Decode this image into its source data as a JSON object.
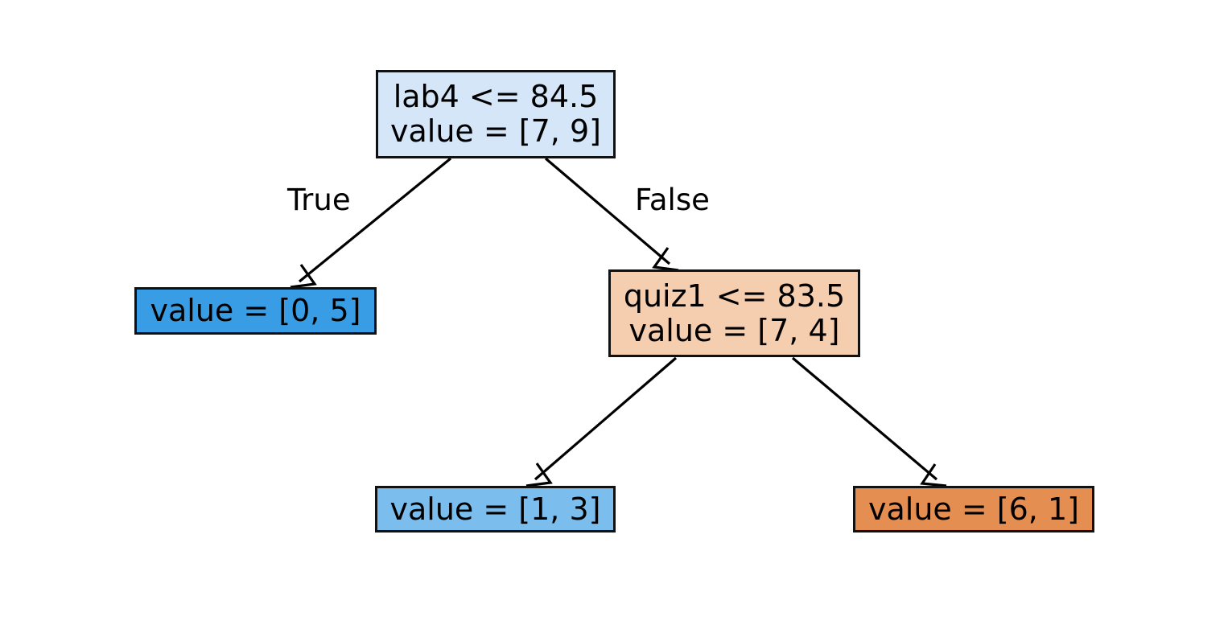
{
  "diagram": {
    "type": "decision-tree",
    "background_color": "#ffffff",
    "edge_color": "#000000",
    "border_color": "#111111"
  },
  "nodes": {
    "root": {
      "id": "root",
      "line1": "lab4 <= 84.5",
      "line2": "value = [7, 9]",
      "feature": "lab4",
      "threshold": 84.5,
      "value": [
        7,
        9
      ],
      "fill": "#d4e6f8",
      "is_leaf": false
    },
    "left_leaf": {
      "id": "left-leaf",
      "line1": "value = [0, 5]",
      "value": [
        0,
        5
      ],
      "fill": "#399de5",
      "is_leaf": true
    },
    "right_branch": {
      "id": "right-branch",
      "line1": "quiz1 <= 83.5",
      "line2": "value = [7, 4]",
      "feature": "quiz1",
      "threshold": 83.5,
      "value": [
        7,
        4
      ],
      "fill": "#f5cdaf",
      "is_leaf": false
    },
    "mid_leaf": {
      "id": "mid-leaf",
      "line1": "value = [1, 3]",
      "value": [
        1,
        3
      ],
      "fill": "#7bbeee",
      "is_leaf": true
    },
    "right_leaf": {
      "id": "right-leaf",
      "line1": "value = [6, 1]",
      "value": [
        6,
        1
      ],
      "fill": "#e58e52",
      "is_leaf": true
    }
  },
  "edges": [
    {
      "from": "root",
      "to": "left_leaf",
      "label": "True"
    },
    {
      "from": "root",
      "to": "right_branch",
      "label": "False"
    },
    {
      "from": "right_branch",
      "to": "mid_leaf",
      "label": ""
    },
    {
      "from": "right_branch",
      "to": "right_leaf",
      "label": ""
    }
  ],
  "edge_labels": {
    "true": "True",
    "false": "False"
  }
}
